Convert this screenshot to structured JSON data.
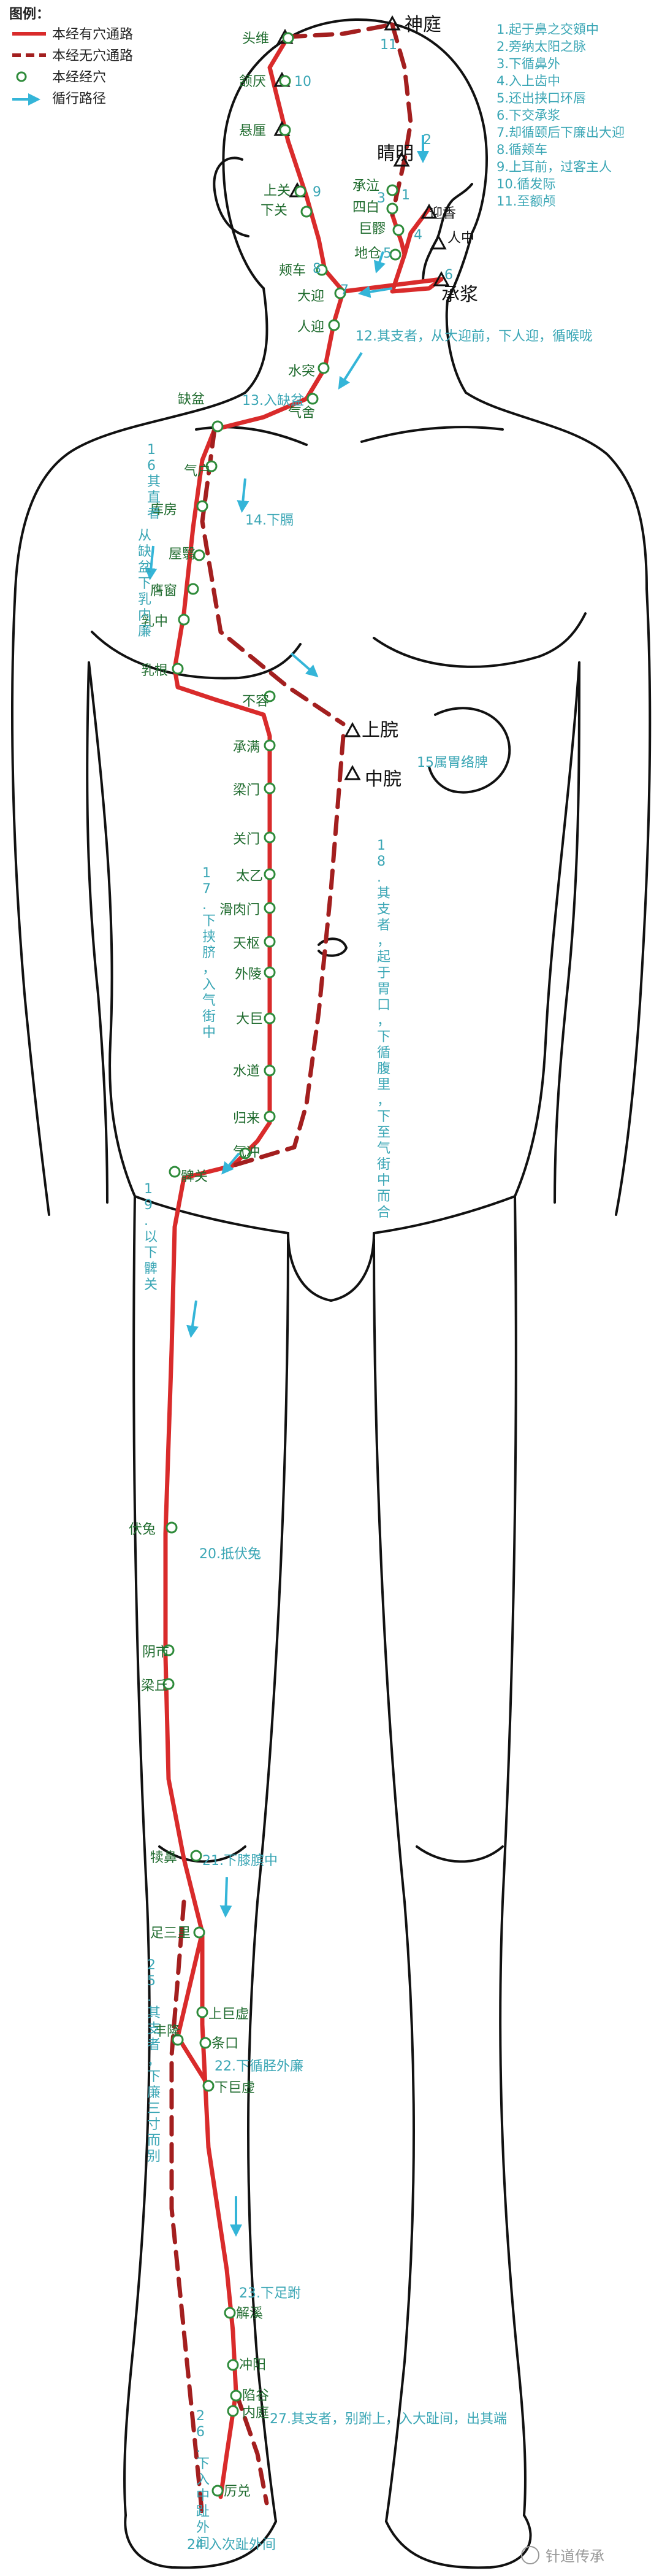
{
  "legend": {
    "title": "图例：",
    "items": [
      {
        "label": "本经有穴通路"
      },
      {
        "label": "本经无穴通路"
      },
      {
        "label": "本经经穴"
      },
      {
        "label": "循行路径"
      }
    ]
  },
  "route_list": [
    "1.起于鼻之交頞中",
    "2.旁纳太阳之脉",
    "3.下循鼻外",
    "4.入上齿中",
    "5.还出挟口环唇",
    "6.下交承浆",
    "7.却循颐后下廉出大迎",
    "8.循颊车",
    "9.上耳前，过客主人",
    "10.循发际",
    "11.至额颅"
  ],
  "external_points": {
    "shenting": "神庭",
    "jingming": "睛明",
    "yingxiang": "迎香",
    "renzhong": "人中",
    "chengjiang": "承浆",
    "shangwan": "上脘",
    "zhongwan": "中脘"
  },
  "acupoints": {
    "touwei": "头维",
    "hanyan": "颔厌",
    "xuanli": "悬厘",
    "shangguan": "上关",
    "xiaguan": "下关",
    "chengqi": "承泣",
    "sibai": "四白",
    "juliao": "巨髎",
    "dicang": "地仓",
    "jiache": "颊车",
    "daying": "大迎",
    "renying": "人迎",
    "shuitu": "水突",
    "qishe": "气舍",
    "quepen": "缺盆",
    "qihu": "气户",
    "kufang": "库房",
    "wuyi": "屋翳",
    "yingchuang": "膺窗",
    "ruzhong": "乳中",
    "rugen": "乳根",
    "burong": "不容",
    "chengman": "承满",
    "liangmen": "梁门",
    "guanmen": "关门",
    "taiyi": "太乙",
    "huaroumen": "滑肉门",
    "tianshu": "天枢",
    "wailing": "外陵",
    "daju": "大巨",
    "shuidao": "水道",
    "guilai": "归来",
    "qichong": "气冲",
    "biguan": "髀关",
    "futu": "伏兔",
    "yinshi": "阴市",
    "liangqiu": "梁丘",
    "dubi": "犊鼻",
    "zusanli": "足三里",
    "shangjuxu": "上巨虚",
    "tiaokou": "条口",
    "fenglong": "丰隆",
    "xiajuxu": "下巨虚",
    "jiexi": "解溪",
    "chongyang": "冲阳",
    "xiangu": "陷谷",
    "neiting": "内庭",
    "lidui": "厉兑"
  },
  "annotations": {
    "n12": "12.其支者，从大迎前，下人迎，循喉咙",
    "n13": "13.入缺盆",
    "n14": "14.下膈",
    "n15": "15属胃络脾",
    "n16": "16其直者",
    "n16b": "从缺盆下乳内廉",
    "n17": "17.下挟脐，入气街中",
    "n18": "18.其支者，起于胃口，下循腹里，下至气街中而合",
    "n19": "19.以下髀关",
    "n20": "20.抵伏兔",
    "n21": "21.下膝膑中",
    "n22": "22.下循胫外廉",
    "n23": "23.下足跗",
    "n24": "24.入次趾外间",
    "n25": "25.其支者，下廉三寸而别",
    "n26": "26.下入中趾外间",
    "n27": "27.其支者，别跗上，入大趾间，出其端"
  },
  "head_numbers": {
    "n1": "1",
    "n2": "2",
    "n3": "3",
    "n4": "4",
    "n5": "5",
    "n6": "6",
    "n7": "7",
    "n8": "8",
    "n9": "9",
    "n10": "10",
    "n11": "11"
  },
  "watermark": "针道传承",
  "colors": {
    "channel_solid": "#d92b2b",
    "channel_dashed": "#a31f1f",
    "acupoint": "#2e8b3a",
    "flow_arrow": "#34b5d8",
    "note_text": "#3aa6b5",
    "outline": "#111111"
  }
}
